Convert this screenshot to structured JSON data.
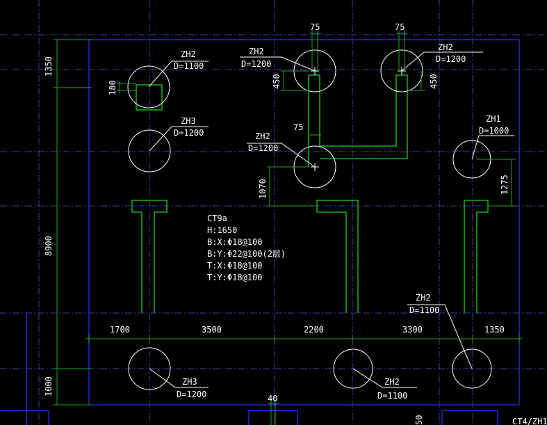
{
  "colors": {
    "background": "#000000",
    "grid_axis": "#3a3e9a",
    "cap_outline": "#2727c8",
    "column": "#19d219",
    "dimension": "#1ea51e",
    "pile": "#ffffff",
    "text": "#ffffff"
  },
  "piles": [
    {
      "type": "ZH2",
      "dia": "D=1100"
    },
    {
      "type": "ZH2",
      "dia": "D=1200"
    },
    {
      "type": "ZH2",
      "dia": "D=1200"
    },
    {
      "type": "ZH3",
      "dia": "D=1200"
    },
    {
      "type": "ZH2",
      "dia": "D=1200"
    },
    {
      "type": "ZH1",
      "dia": "D=1000"
    },
    {
      "type": "ZH3",
      "dia": "D=1200"
    },
    {
      "type": "ZH2",
      "dia": "D=1100"
    },
    {
      "type": "ZH2",
      "dia": "D=1100"
    }
  ],
  "cap_note": {
    "name": "CT9a",
    "height": "H:1650",
    "lines": [
      "B:X:Φ18@100",
      "B:Y:Φ22@100(2层)",
      "T:X:Φ18@100",
      "T:Y:Φ18@100"
    ]
  },
  "dims": {
    "bottom_chain": [
      "1700",
      "3500",
      "2200",
      "3300",
      "1350"
    ],
    "left_chain": [
      "1350",
      "8900",
      "1000"
    ],
    "offset_75_a": "75",
    "offset_75_b": "75",
    "offset_75_c": "75",
    "offset_180": "180",
    "offset_450_a": "450",
    "offset_450_b": "450",
    "offset_1070": "1070",
    "offset_1275": "1275",
    "offset_40": "40",
    "right_small": "50",
    "edge_label": "CT4/ZH1"
  }
}
